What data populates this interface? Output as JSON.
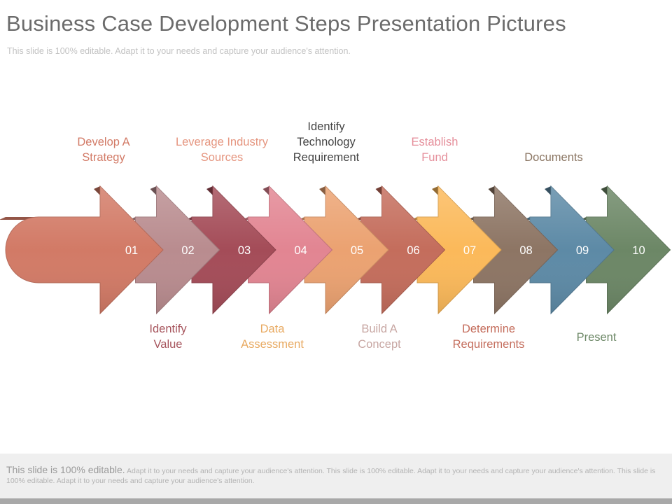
{
  "title": "Business Case Development Steps Presentation Pictures",
  "subtitle": "This slide is 100% editable. Adapt it to your needs and capture your audience's attention.",
  "steps": [
    {
      "number": "01",
      "label": "Develop A\nStrategy",
      "label_position": "top",
      "color": "#d27a66",
      "text_color": "#d27a66"
    },
    {
      "number": "02",
      "label": "Identify\nValue",
      "label_position": "bottom",
      "color": "#b98c8f",
      "text_color": "#a6545c"
    },
    {
      "number": "03",
      "label": "Leverage Industry\nSources",
      "label_position": "top",
      "color": "#a44c58",
      "text_color": "#e5957f"
    },
    {
      "number": "04",
      "label": "Data\nAssessment",
      "label_position": "bottom",
      "color": "#e28592",
      "text_color": "#e8aa62"
    },
    {
      "number": "05",
      "label": "Identify\nTechnology\nRequirement",
      "label_position": "top",
      "color": "#eba271",
      "text_color": "#444444"
    },
    {
      "number": "06",
      "label": "Build A\nConcept",
      "label_position": "bottom",
      "color": "#c46d5c",
      "text_color": "#c7a6a2"
    },
    {
      "number": "07",
      "label": "Establish\nFund",
      "label_position": "top",
      "color": "#fbb95a",
      "text_color": "#e58e9a"
    },
    {
      "number": "08",
      "label": "Determine\nRequirements",
      "label_position": "bottom",
      "color": "#8d7564",
      "text_color": "#c46d5c"
    },
    {
      "number": "09",
      "label": "Documents",
      "label_position": "top",
      "color": "#5d8aa6",
      "text_color": "#8a7562"
    },
    {
      "number": "10",
      "label": "Present",
      "label_position": "bottom",
      "color": "#6c8766",
      "text_color": "#6d8867"
    }
  ],
  "footer": {
    "lead": "This slide is 100% editable.",
    "text": " Adapt it to your needs and capture your audience's attention. This slide is 100% editable. Adapt it to your needs and capture your audience's attention. This slide is 100% editable. Adapt it to your needs and capture your audience's attention."
  }
}
